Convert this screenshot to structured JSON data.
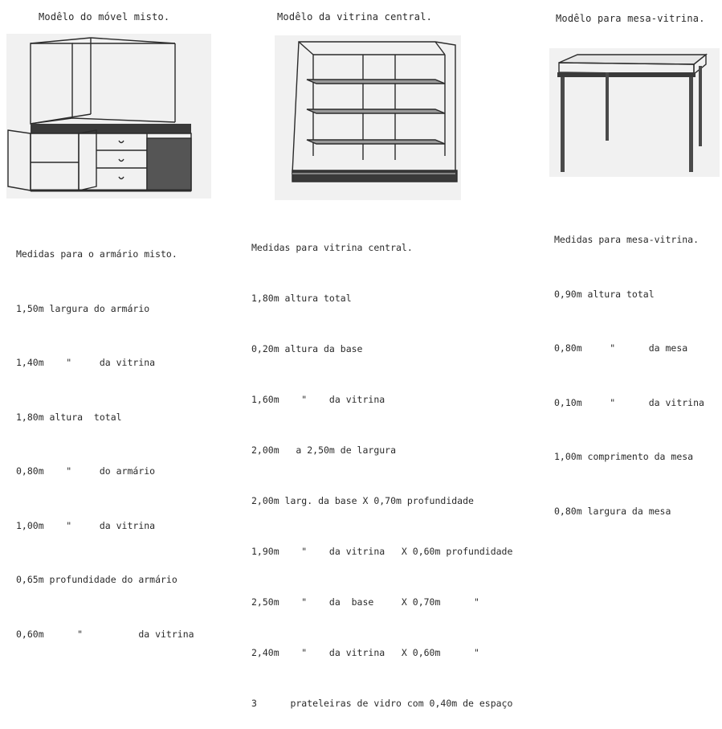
{
  "titles": {
    "left": "Modêlo do móvel misto.",
    "center": "Modêlo da vitrina central.",
    "right": "Modêlo para mesa-vitrina."
  },
  "measures": {
    "left": [
      "Medidas para o armário misto.",
      "1,50m largura do armário",
      "1,40m    \"     da vitrina",
      "1,80m altura  total",
      "0,80m    \"     do armário",
      "1,00m    \"     da vitrina",
      "0,65m profundidade do armário",
      "0,60m      \"          da vitrina"
    ],
    "center": [
      "Medidas para vitrina central.",
      "1,80m altura total",
      "0,20m altura da base",
      "1,60m    \"    da vitrina",
      "2,00m   a 2,50m de largura",
      "2,00m larg. da base X 0,70m profundidade",
      "1,90m    \"    da vitrina   X 0,60m profundidade",
      "2,50m    \"    da  base     X 0,70m      \"",
      "2,40m    \"    da vitrina   X 0,60m      \"",
      "3      prateleiras de vidro com 0,40m de espaço"
    ],
    "right": [
      "Medidas para mesa-vitrina.",
      "0,90m altura total",
      "0,80m     \"      da mesa",
      "0,10m     \"      da vitrina",
      "1,00m comprimento da mesa",
      "0,80m largura da mesa"
    ]
  }
}
